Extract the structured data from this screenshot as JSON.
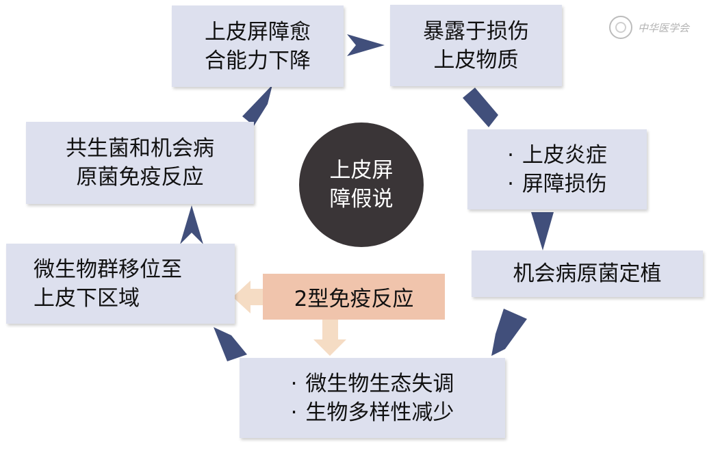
{
  "center": {
    "lines": [
      "上皮屏",
      "障假说"
    ]
  },
  "boxes": {
    "barrier_decline": [
      "上皮屏障愈",
      "合能力下降"
    ],
    "exposure": [
      "暴露于损伤",
      "上皮物质"
    ],
    "inflammation": [
      "上皮炎症",
      "屏障损伤"
    ],
    "colonization": [
      "机会病原菌定植"
    ],
    "dysbiosis": [
      "微生物生态失调",
      "生物多样性减少"
    ],
    "translocation": [
      "微生物群移位至",
      "上皮下区域"
    ],
    "immune_response": [
      "共生菌和机会病",
      "原菌免疫反应"
    ]
  },
  "type2": "2型免疫反应",
  "logo": {
    "name": "中华医学会"
  },
  "colors": {
    "box": "#dde0ee",
    "arrow": "#414f7b",
    "circle": "#3a3537",
    "type2_box": "#f0c4ac",
    "type2_arrow": "#f5dcc4"
  }
}
